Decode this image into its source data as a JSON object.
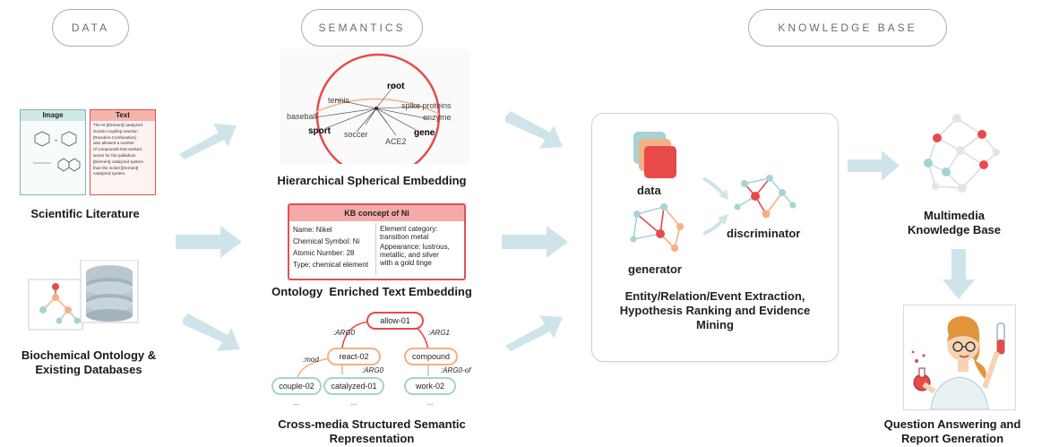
{
  "headers": {
    "data": "DATA",
    "semantics": "SEMANTICS",
    "knowledge_base": "KNOWLEDGE BASE"
  },
  "inputs": {
    "scientific_literature": "Scientific Literature",
    "biochemical": "Biochemical Ontology &",
    "biochemical_line2": "Existing Databases",
    "doc_image_title": "Image",
    "doc_text_title": "Text",
    "doc_text_body": [
      "The Ni [Element] catalyzed",
      "Suzuki coupling reaction",
      "[Reaction.Combination]",
      "also allowed a number",
      "of compounds that worked",
      "worse for the palladium",
      "[Element] catalyzed system",
      "than the nickel [Element]",
      "catalyzed system."
    ]
  },
  "semantics": {
    "spherical": {
      "label": "Hierarchical Spherical Embedding",
      "words": [
        "root",
        "tennis",
        "baseball",
        "sport",
        "soccer",
        "spike proteins",
        "enzyme",
        "gene",
        "ACE2"
      ]
    },
    "ontology": {
      "label": "Ontology  Enriched Text Embedding",
      "card_title": "KB concept of Ni",
      "left": [
        "Name: Nikel",
        "Chemical Symbol: Ni",
        "Atomic Number: 28",
        "Type: chemical element"
      ],
      "right": [
        "Element category:",
        "transition metal",
        "Appearance: lustrous,",
        "metallic, and silver",
        "with a gold tinge"
      ]
    },
    "graph": {
      "label": "Cross-media Structured Semantic",
      "label_line2": "Representation",
      "nodes": [
        "allow-01",
        "react-02",
        "compound",
        "couple-02",
        "catalyzed-01",
        "work-02"
      ],
      "edges": [
        ":ARG0",
        ":ARG1",
        ":mod",
        ":ARG0",
        ":ARG0-of"
      ],
      "ellipsis": "..."
    }
  },
  "center": {
    "data_label": "data",
    "generator_label": "generator",
    "discriminator_label": "discriminator",
    "caption": [
      "Entity/Relation/Event Extraction,",
      "Hypothesis Ranking and Evidence",
      "Mining"
    ]
  },
  "outputs": {
    "kb_label": "Multimedia",
    "kb_label_line2": "Knowledge Base",
    "qa_label": "Question Answering and",
    "qa_label_line2": "Report Generation"
  },
  "colors": {
    "arrow": "#cfe4ea",
    "red": "#e84a4a",
    "orange": "#f4b183",
    "teal": "#a6d3d3",
    "pill_border": "#9fb0bd"
  }
}
